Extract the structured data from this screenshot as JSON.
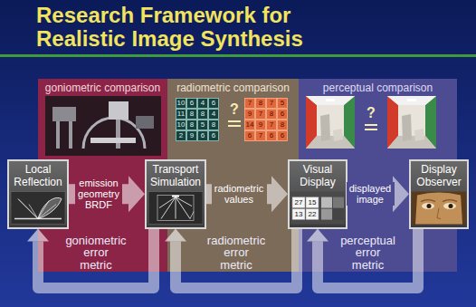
{
  "diagram": {
    "title": "Research Framework for Realistic Image Synthesis",
    "nodes": [
      {
        "text": [
          "goniometric comparison"
        ]
      },
      {
        "text": [
          "radiometric comparison"
        ]
      },
      {
        "text": [
          "perceptual comparison"
        ]
      },
      {
        "text": [
          "Local Reflection"
        ]
      },
      {
        "text": [
          "Transport Simulation"
        ]
      },
      {
        "text": [
          "Visual Display"
        ]
      },
      {
        "text": [
          "Display Observer"
        ]
      }
    ],
    "edges": [
      {
        "from": 3,
        "to": 4,
        "label": "emission geometry BRDF",
        "arrow": "to"
      },
      {
        "from": 4,
        "to": 5,
        "label": "radiometric values",
        "arrow": "to"
      },
      {
        "from": 5,
        "to": 6,
        "label": "displayed image",
        "arrow": "to"
      },
      {
        "from": 4,
        "to": 3,
        "label": "goniometric error metric",
        "arrow": "to"
      },
      {
        "from": 5,
        "to": 4,
        "label": "radiometric error metric",
        "arrow": "to"
      },
      {
        "from": 6,
        "to": 5,
        "label": "perceptual error metric",
        "arrow": "to"
      }
    ],
    "labels": [
      "10",
      "6",
      "4",
      "6",
      "11",
      "8",
      "8",
      "4",
      "10",
      "8",
      "5",
      "8",
      "2",
      "9",
      "6",
      "6",
      "?",
      "7",
      "8",
      "7",
      "5",
      "9",
      "7",
      "8",
      "6",
      "14",
      "9",
      "7",
      "8",
      "6",
      "7",
      "6",
      "6",
      "?",
      "27",
      "15",
      "13",
      "22"
    ]
  }
}
